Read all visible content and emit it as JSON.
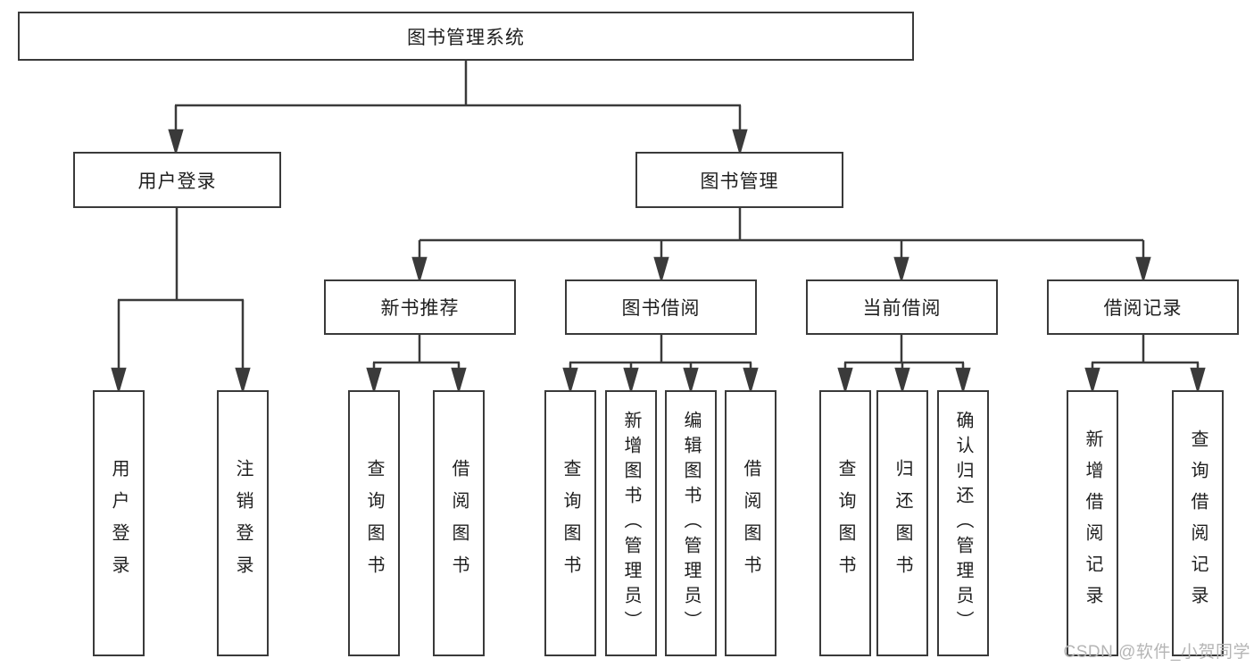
{
  "colors": {
    "line": "#3a3a3a",
    "box_border": "#3a3a3a",
    "box_fill": "#ffffff",
    "text": "#1f1f1f",
    "watermark_text": "#b5b5b5",
    "background": "#ffffff"
  },
  "watermark": {
    "text": "CSDN @软件_小贺同学"
  },
  "tree": {
    "root": {
      "label": "图书管理系统",
      "children": [
        {
          "label": "用户登录",
          "children": [
            {
              "label": "用户登录"
            },
            {
              "label": "注销登录"
            }
          ]
        },
        {
          "label": "图书管理",
          "children": [
            {
              "label": "新书推荐",
              "children": [
                {
                  "label": "查询图书"
                },
                {
                  "label": "借阅图书"
                }
              ]
            },
            {
              "label": "图书借阅",
              "children": [
                {
                  "label": "查询图书"
                },
                {
                  "label": "新增图书（管理员）"
                },
                {
                  "label": "编辑图书（管理员）"
                },
                {
                  "label": "借阅图书"
                }
              ]
            },
            {
              "label": "当前借阅",
              "children": [
                {
                  "label": "查询图书"
                },
                {
                  "label": "归还图书"
                },
                {
                  "label": "确认归还（管理员）"
                }
              ]
            },
            {
              "label": "借阅记录",
              "children": [
                {
                  "label": "新增借阅记录"
                },
                {
                  "label": "查询借阅记录"
                }
              ]
            }
          ]
        }
      ]
    }
  }
}
